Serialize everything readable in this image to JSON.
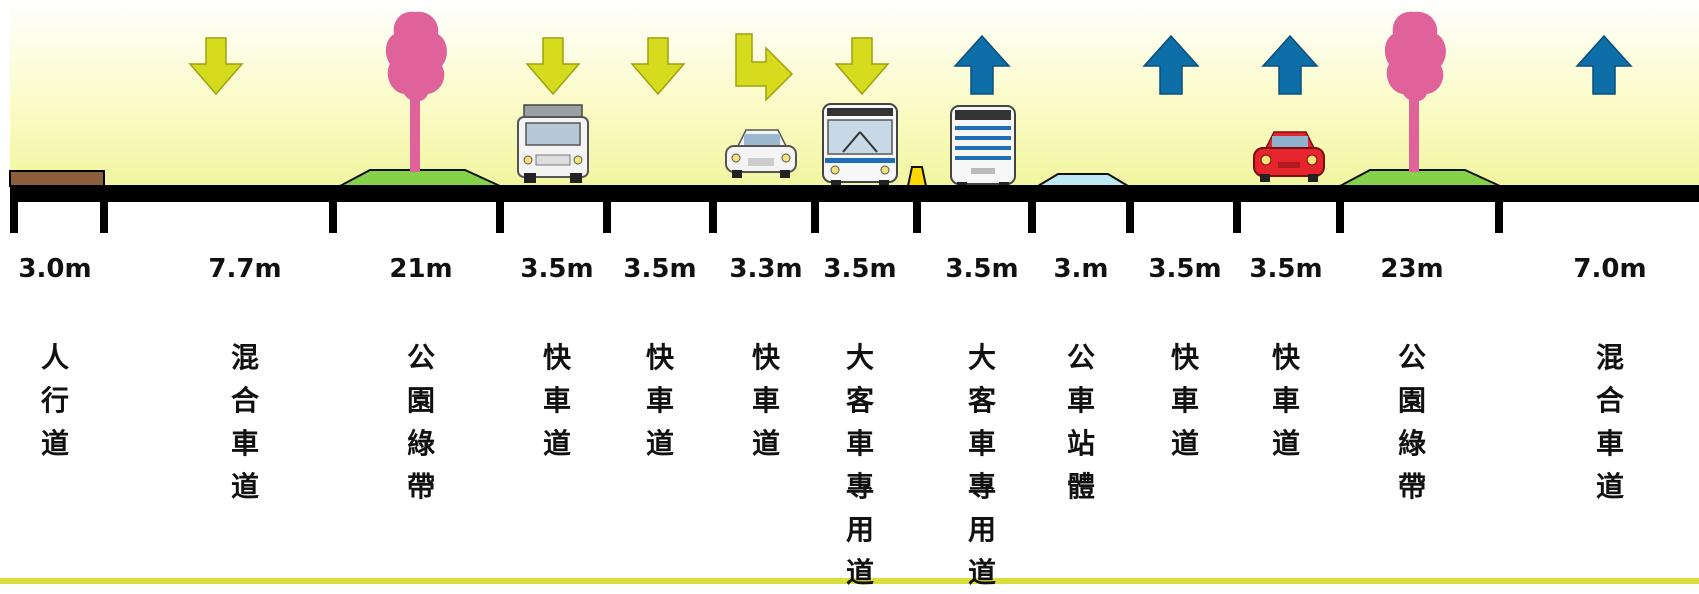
{
  "colors": {
    "sky_top": "#FDFDD0",
    "sky_bottom": "#F3F7A6",
    "road": "#000000",
    "green_arrow": "#D6DB1D",
    "blue_arrow": "#0D6EA8",
    "tree": "#E0629A",
    "median_grass": "#86D14A",
    "bottom_line": "#D9DE3A"
  },
  "segments": [
    {
      "width": "3.0m",
      "label": "人行道"
    },
    {
      "width": "7.7m",
      "label": "混合車道"
    },
    {
      "width": "21m",
      "label": "公園綠帶"
    },
    {
      "width": "3.5m",
      "label": "快車道"
    },
    {
      "width": "3.5m",
      "label": "快車道"
    },
    {
      "width": "3.3m",
      "label": "快車道"
    },
    {
      "width": "3.5m",
      "label": "大客車專用道"
    },
    {
      "width": "3.5m",
      "label": "大客車專用道"
    },
    {
      "width": "3.m",
      "label": "公車站體"
    },
    {
      "width": "3.5m",
      "label": "快車道"
    },
    {
      "width": "3.5m",
      "label": "快車道"
    },
    {
      "width": "23m",
      "label": "公園綠帶"
    },
    {
      "width": "7.0m",
      "label": "混合車道"
    }
  ],
  "arrows": [
    {
      "type": "down",
      "icon": "down-arrow-icon"
    },
    {
      "type": "down",
      "icon": "down-arrow-icon"
    },
    {
      "type": "down",
      "icon": "down-arrow-icon"
    },
    {
      "type": "turn-right",
      "icon": "turn-right-arrow-icon"
    },
    {
      "type": "down",
      "icon": "down-arrow-icon"
    },
    {
      "type": "up",
      "icon": "up-arrow-icon"
    },
    {
      "type": "up",
      "icon": "up-arrow-icon"
    },
    {
      "type": "up",
      "icon": "up-arrow-icon"
    },
    {
      "type": "up",
      "icon": "up-arrow-icon"
    }
  ],
  "vehicles": [
    {
      "icon": "truck-icon"
    },
    {
      "icon": "white-car-icon"
    },
    {
      "icon": "bus-front-icon"
    },
    {
      "icon": "bus-rear-icon"
    },
    {
      "icon": "red-car-icon"
    }
  ]
}
